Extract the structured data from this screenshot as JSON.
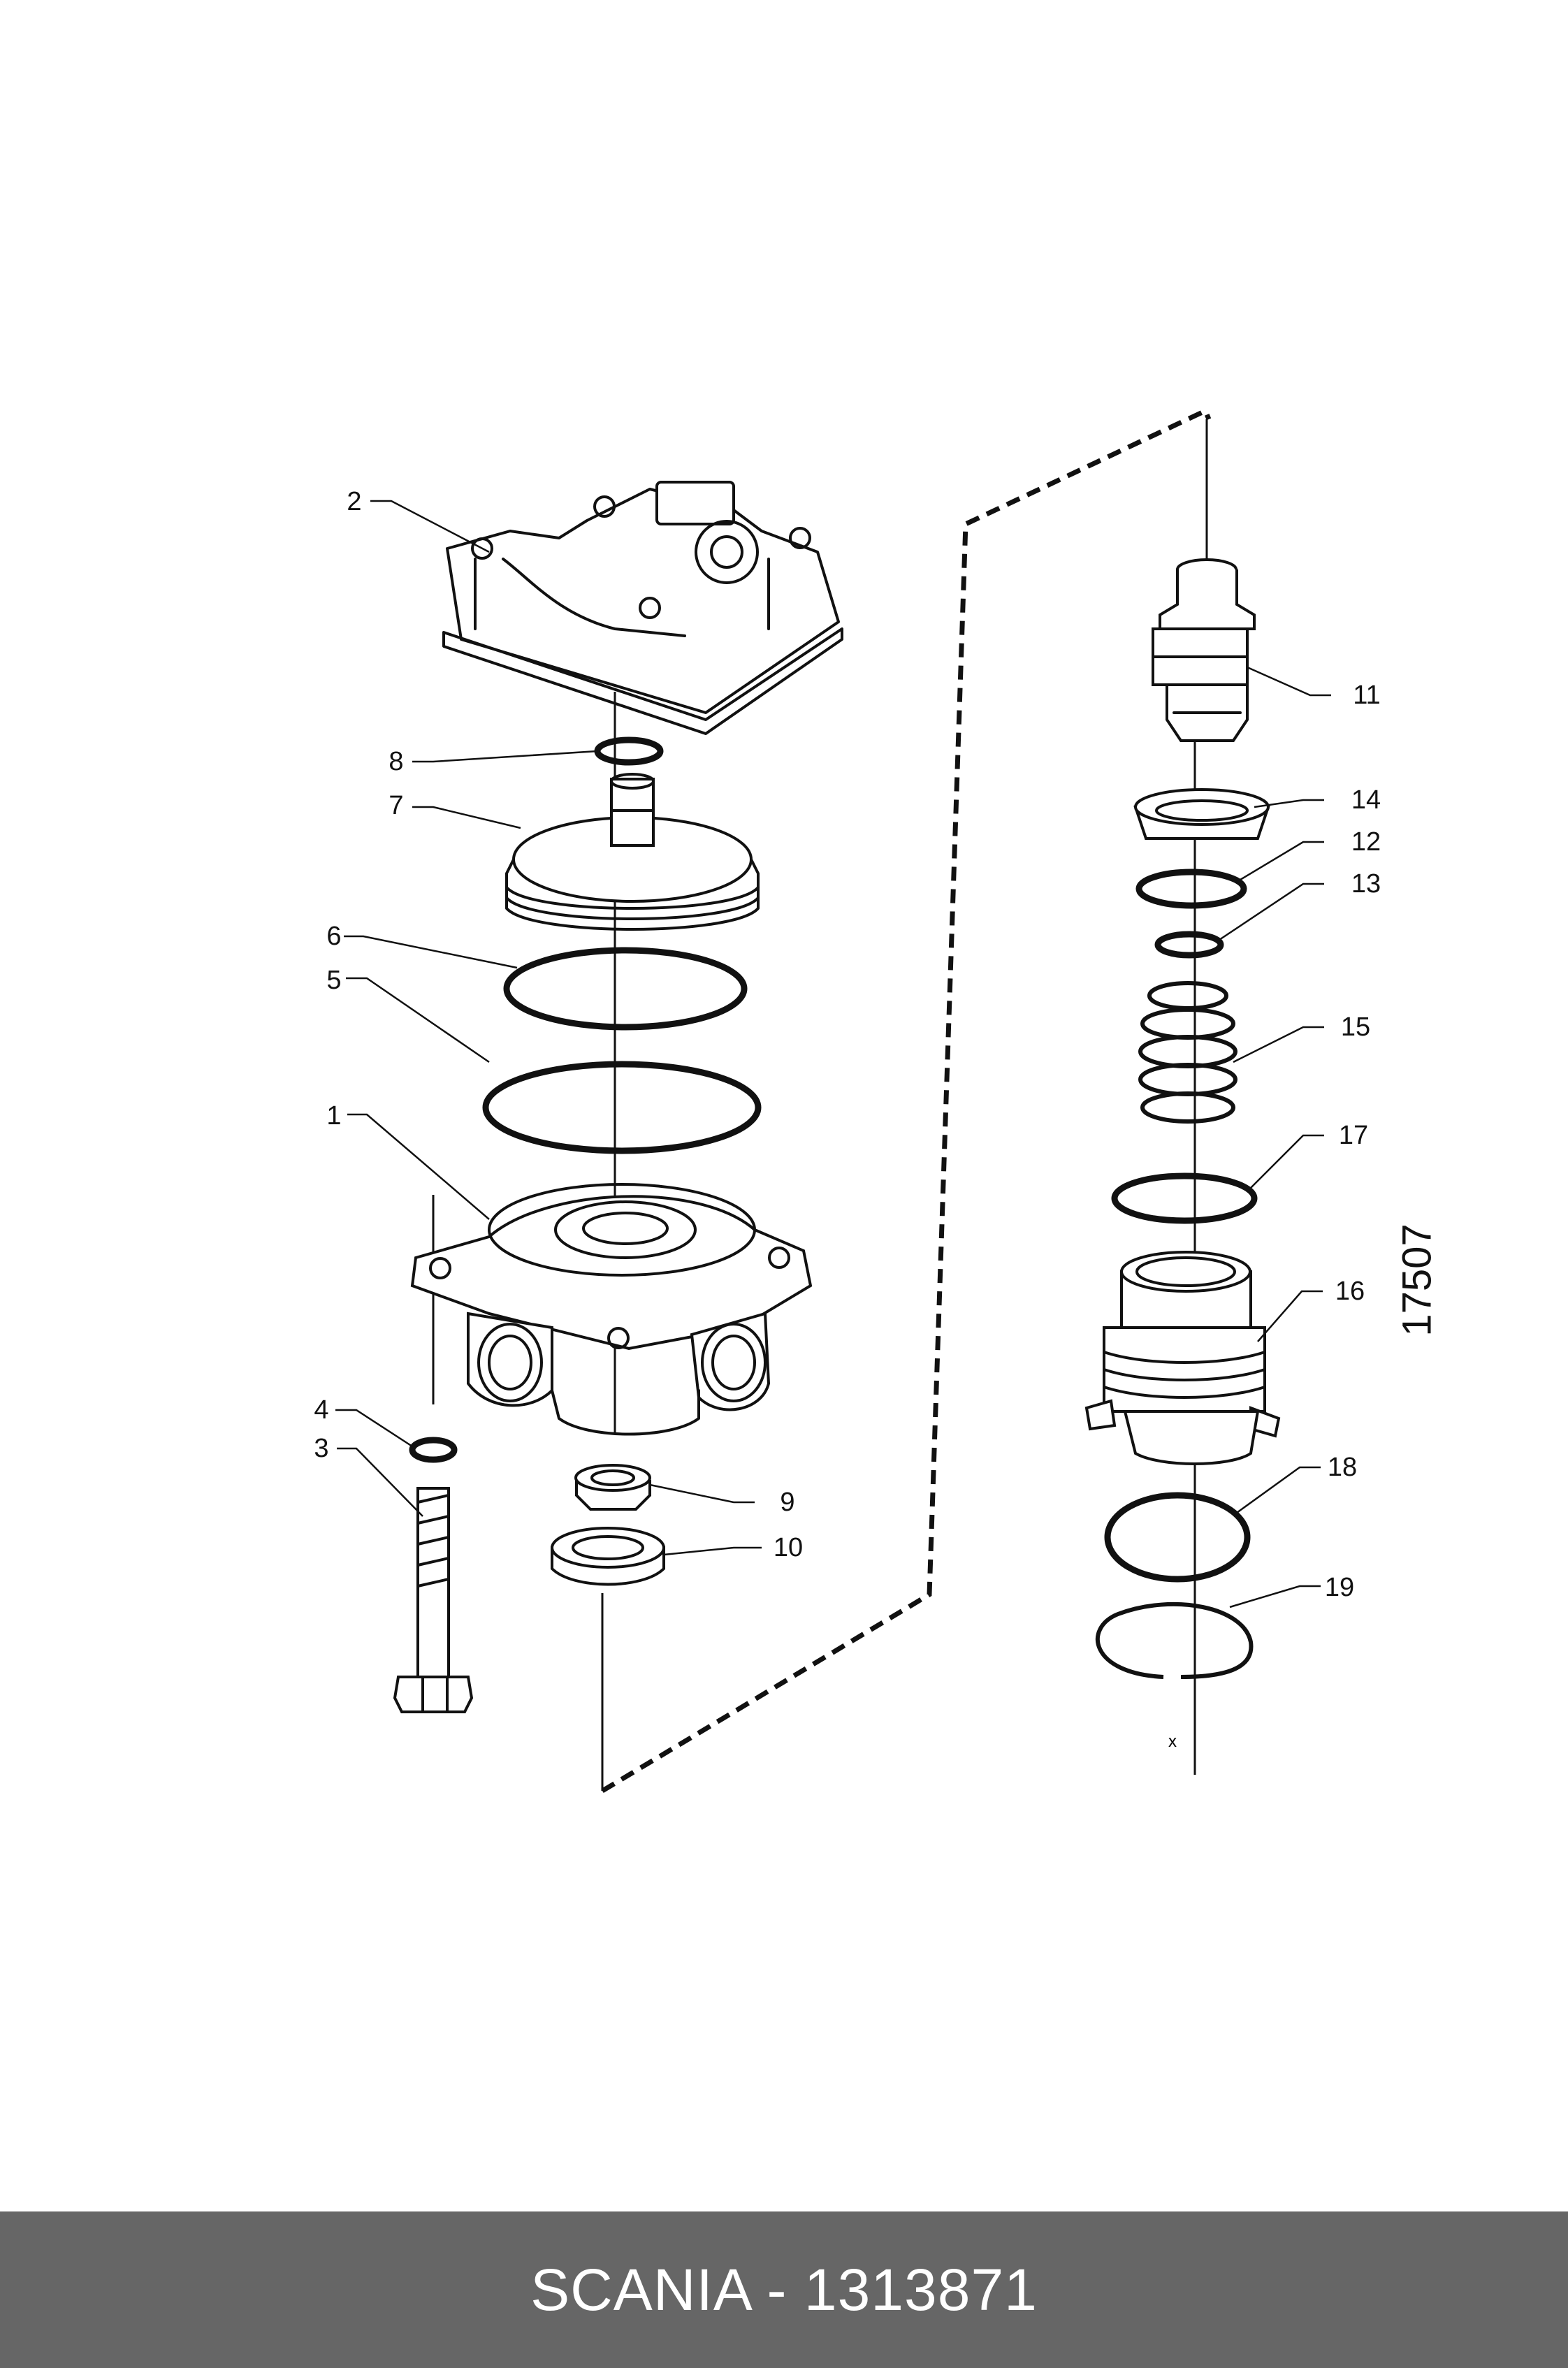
{
  "diagram": {
    "reference_number": "17507",
    "callouts": [
      {
        "id": "1",
        "label": "1"
      },
      {
        "id": "2",
        "label": "2"
      },
      {
        "id": "3",
        "label": "3"
      },
      {
        "id": "4",
        "label": "4"
      },
      {
        "id": "5",
        "label": "5"
      },
      {
        "id": "6",
        "label": "6"
      },
      {
        "id": "7",
        "label": "7"
      },
      {
        "id": "8",
        "label": "8"
      },
      {
        "id": "9",
        "label": "9"
      },
      {
        "id": "10",
        "label": "10"
      },
      {
        "id": "11",
        "label": "11"
      },
      {
        "id": "12",
        "label": "12"
      },
      {
        "id": "13",
        "label": "13"
      },
      {
        "id": "14",
        "label": "14"
      },
      {
        "id": "15",
        "label": "15"
      },
      {
        "id": "16",
        "label": "16"
      },
      {
        "id": "17",
        "label": "17"
      },
      {
        "id": "18",
        "label": "18"
      },
      {
        "id": "19",
        "label": "19"
      }
    ]
  },
  "footer": {
    "text": "SCANIA - 1313871",
    "background_color": "#666666",
    "text_color": "#ffffff"
  }
}
